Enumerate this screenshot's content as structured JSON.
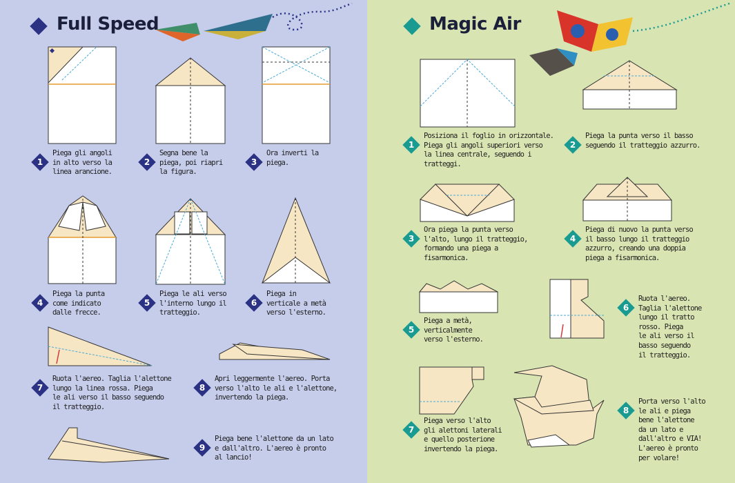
{
  "left": {
    "title": "Full Speed",
    "accent": "#2b3183",
    "steps": [
      {
        "num": "1",
        "lines": [
          "Piega gli angoli",
          "in alto verso la",
          "linea arancione."
        ]
      },
      {
        "num": "2",
        "lines": [
          "Segna bene la",
          "piega, poi riapri",
          "la figura."
        ]
      },
      {
        "num": "3",
        "lines": [
          "Ora inverti la",
          "piega."
        ]
      },
      {
        "num": "4",
        "lines": [
          "Piega la punta",
          "come indicato",
          "dalle frecce."
        ]
      },
      {
        "num": "5",
        "lines": [
          "Piega le ali verso",
          "l'interno lungo il",
          "tratteggio."
        ]
      },
      {
        "num": "6",
        "lines": [
          "Piega in",
          "verticale a metà",
          "verso l'esterno."
        ]
      },
      {
        "num": "7",
        "lines": [
          "Ruota l'aereo. Taglia l'alettone",
          "lungo la linea rossa. Piega",
          "le ali verso il basso seguendo",
          "il tratteggio."
        ]
      },
      {
        "num": "8",
        "lines": [
          "Apri leggermente l'aereo. Porta",
          "verso l'alto le ali e l'alettone,",
          "invertendo la piega."
        ]
      },
      {
        "num": "9",
        "lines": [
          "Piega bene l'alettone da un lato",
          "e dall'altro. L'aereo è pronto",
          "al lancio!"
        ]
      }
    ]
  },
  "right": {
    "title": "Magic Air",
    "accent": "#1a9b91",
    "steps": [
      {
        "num": "1",
        "lines": [
          "Posiziona il foglio in orizzontale.",
          "Piega gli angoli superiori verso",
          "la linea centrale, seguendo i",
          "tratteggi."
        ]
      },
      {
        "num": "2",
        "lines": [
          "Piega la punta verso il basso",
          "seguendo il tratteggio azzurro."
        ]
      },
      {
        "num": "3",
        "lines": [
          "Ora piega la punta verso",
          "l'alto, lungo il tratteggio,",
          "formando una piega a",
          "fisarmonica."
        ]
      },
      {
        "num": "4",
        "lines": [
          "Piega di nuovo la punta verso",
          "il basso lungo il tratteggio",
          "azzurro, creando una doppia",
          "piega a fisarmonica."
        ]
      },
      {
        "num": "5",
        "lines": [
          "Piega a metà,",
          "verticalmente",
          "verso l'esterno."
        ]
      },
      {
        "num": "6",
        "lines": [
          "Ruota l'aereo.",
          "Taglia l'alettone",
          "lungo il tratto",
          "rosso. Piega",
          "le ali verso il",
          "basso seguendo",
          "il tratteggio."
        ]
      },
      {
        "num": "7",
        "lines": [
          "Piega verso l'alto",
          "gli alettoni laterali",
          "e quello posterione",
          "invertendo la piega."
        ]
      },
      {
        "num": "8",
        "lines": [
          "Porta verso l'alto",
          "le ali e piega",
          "bene l'alettone",
          "da un lato e",
          "dall'altro e VIA!",
          "L'aereo è pronto",
          "per volare!"
        ]
      }
    ]
  }
}
